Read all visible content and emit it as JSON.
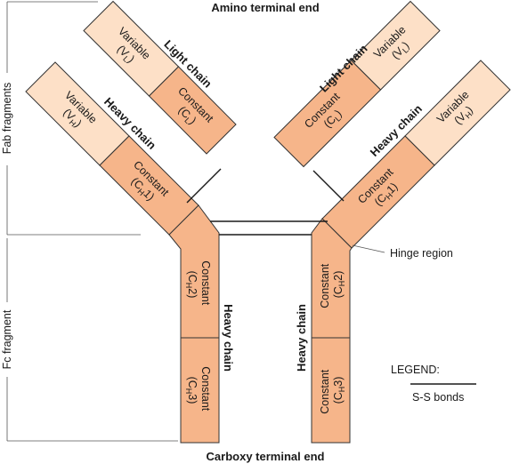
{
  "labels": {
    "top_title": "Amino terminal end",
    "bottom_title": "Carboxy terminal end",
    "fab": "Fab fragments",
    "fc": "Fc fragment",
    "light_chain": "Light chain",
    "heavy_chain": "Heavy chain",
    "hinge": "Hinge region",
    "legend_title": "LEGEND:",
    "legend_item": "S-S bonds"
  },
  "segments": {
    "variable": "Variable",
    "constant": "Constant",
    "vl": {
      "main": "V",
      "sub": "L"
    },
    "vh": {
      "main": "V",
      "sub": "H"
    },
    "cl": {
      "main": "C",
      "sub": "L"
    },
    "ch1": {
      "main": "C",
      "sub": "H",
      "tail": "1"
    },
    "ch2": {
      "main": "C",
      "sub": "H",
      "tail": "2"
    },
    "ch3": {
      "main": "C",
      "sub": "H",
      "tail": "3"
    }
  },
  "colors": {
    "variable_fill": "#fde0c7",
    "constant_fill": "#f6b58a",
    "outline": "#333333"
  }
}
